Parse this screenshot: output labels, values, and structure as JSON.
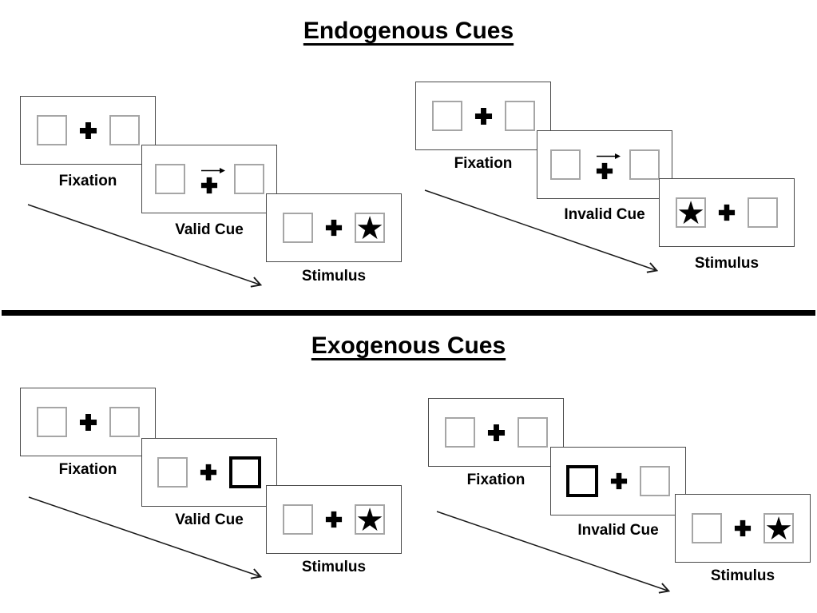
{
  "colors": {
    "ink": "#000000",
    "card_border": "#4a4a4a",
    "square_border": "#a6a6a6",
    "background": "#ffffff"
  },
  "icons": {
    "star": "★",
    "plus": "heavy-cross",
    "cue_arrow": "right-arrow"
  },
  "sections": [
    {
      "title": "Endogenous Cues",
      "panels": [
        {
          "name": "valid-cue-sequence",
          "steps": [
            {
              "label": "Fixation",
              "type": "fixation"
            },
            {
              "label": "Valid Cue",
              "type": "arrow-cue",
              "cue_direction": "right"
            },
            {
              "label": "Stimulus",
              "type": "stimulus",
              "star_side": "right"
            }
          ]
        },
        {
          "name": "invalid-cue-sequence",
          "steps": [
            {
              "label": "Fixation",
              "type": "fixation"
            },
            {
              "label": "Invalid Cue",
              "type": "arrow-cue",
              "cue_direction": "right"
            },
            {
              "label": "Stimulus",
              "type": "stimulus",
              "star_side": "left"
            }
          ]
        }
      ]
    },
    {
      "title": "Exogenous Cues",
      "panels": [
        {
          "name": "valid-cue-sequence",
          "steps": [
            {
              "label": "Fixation",
              "type": "fixation"
            },
            {
              "label": "Valid Cue",
              "type": "box-cue",
              "cue_side": "right"
            },
            {
              "label": "Stimulus",
              "type": "stimulus",
              "star_side": "right"
            }
          ]
        },
        {
          "name": "invalid-cue-sequence",
          "steps": [
            {
              "label": "Fixation",
              "type": "fixation"
            },
            {
              "label": "Invalid Cue",
              "type": "box-cue",
              "cue_side": "left"
            },
            {
              "label": "Stimulus",
              "type": "stimulus",
              "star_side": "right"
            }
          ]
        }
      ]
    }
  ]
}
